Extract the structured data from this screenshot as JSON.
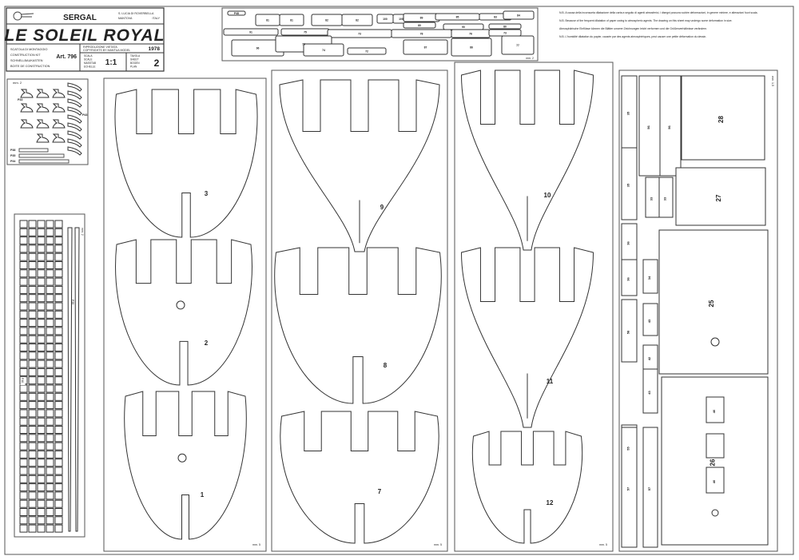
{
  "title_block": {
    "brand": "SERGAL",
    "address_line1": "S. LUCIA DI ROVERBELLA",
    "address_line2": "MANTOVA",
    "country": "ITALY",
    "model_name": "LE SOLEIL ROYAL",
    "kit_labels": [
      "SCATOLA DI MONTAGGIO",
      "CONSTRUCTION KIT",
      "SCHNELLBAUKASTEN",
      "BOITE DE CONSTRUCTION"
    ],
    "article": "Art. 796",
    "copyright_lines": [
      "RIPRODUZIONE VIETATA",
      "COPYRIGHTS BY MANTUA MODEL"
    ],
    "year": "1978",
    "scale_labels": [
      "SCALA",
      "SCALE",
      "MASSTAB",
      "ECHELLE"
    ],
    "scale": "1:1",
    "sheet_labels": [
      "TAVOLA",
      "SHEET",
      "BOGEN",
      "PLAN"
    ],
    "sheet_number": "2"
  },
  "notes": [
    "N.B. A causa della inconsueta dilatazione della carta a seguito di agenti atmosferici, i disegni possono subire deformazioni, in genere minime, e alterazioni fuori scala.",
    "N.B. Because of the frequent dilatation of paper owing to atmospheric agents. The drawing on this sheet may undergo some deformation in size.",
    "Atmosphärische Einflüsse können die Blätter unserer Zeichnungen leicht verformen und die Größenverhältnisse verändern.",
    "N.B. L'humidité dilatation du papier, causée par des agents atmosphériques, peut causer une petite déformation du dessin."
  ],
  "panels": {
    "small_parts": {
      "thickness": "mm. 2",
      "labels": [
        "P33",
        "P43",
        "P38",
        "P35",
        "P34"
      ]
    },
    "strip_parts": {
      "thickness": "mm. 2",
      "labels": [
        "P40",
        "P39"
      ]
    },
    "top_strip": {
      "thickness": "mm. 2",
      "labels": [
        "P48",
        "81",
        "81",
        "82",
        "82",
        "100",
        "100",
        "89",
        "85",
        "83",
        "84",
        "80",
        "90",
        "80",
        "91",
        "75",
        "73",
        "78",
        "76",
        "73",
        "96",
        "79",
        "72",
        "87",
        "86",
        "77",
        "74"
      ]
    },
    "frames_a": {
      "thickness": "mm. 5",
      "frames": [
        "3",
        "2",
        "1"
      ]
    },
    "frames_b": {
      "thickness": "mm. 5",
      "frames": [
        "9",
        "8",
        "7"
      ]
    },
    "frames_c": {
      "thickness": "mm. 5",
      "frames": [
        "10",
        "11",
        "12"
      ]
    },
    "decks": {
      "thickness": "mm. 1,5",
      "labels": [
        "35",
        "35",
        "56",
        "56",
        "33",
        "33",
        "28",
        "27",
        "36",
        "36",
        "34",
        "25",
        "58",
        "43",
        "42",
        "43",
        "55",
        "57",
        "57",
        "26",
        "40",
        "40"
      ]
    }
  }
}
